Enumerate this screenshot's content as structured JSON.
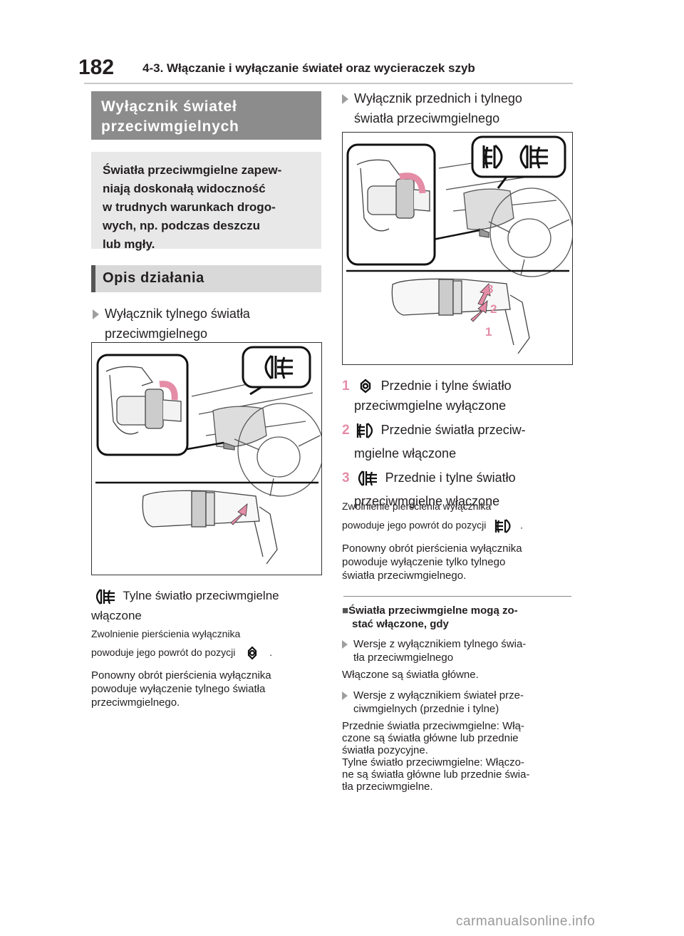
{
  "header": {
    "page_number": "182",
    "section_title": "4-3. Włączanie i wyłączanie świateł oraz wycieraczek szyb"
  },
  "left": {
    "title_line1": "Wyłącznik świateł",
    "title_line2": "przeciwmgielnych",
    "intro_lines": [
      "Światła przeciwmgielne zapew-",
      "niają doskonałą widoczność",
      "w trudnych warunkach drogo-",
      "wych, np. podczas deszczu",
      "lub mgły."
    ],
    "opis_heading": "Opis działania",
    "bullet_line1": "Wyłącznik tylnego światła",
    "bullet_line2": "przeciwmgielnego",
    "rear_fog_desc_line1": "Tylne światło przeciwmgielne",
    "rear_fog_desc_line2": "włączone",
    "release_line1": "Zwolnienie pierścienia wyłącznika",
    "release_line2": "powoduje jego powrót do pozycji",
    "release_end": ".",
    "turn_line1": "Ponowny obrót pierścienia wyłącznika",
    "turn_line2": "powoduje wyłączenie tylnego światła",
    "turn_line3": "przeciwmgielnego."
  },
  "right": {
    "bullet_line1": "Wyłącznik przednich i tylnego",
    "bullet_line2": "światła przeciwmgielnego",
    "figure_labels": [
      "3",
      "2",
      "1"
    ],
    "items": [
      {
        "num": "1",
        "line1": "Przednie i tylne światło",
        "line2": "przeciwmgielne wyłączone"
      },
      {
        "num": "2",
        "line1": "Przednie światła przeciw-",
        "line2": "mgielne włączone"
      },
      {
        "num": "3",
        "line1": "Przednie i tylne światło",
        "line2": "przeciwmgielne włączone"
      }
    ],
    "release_line1": "Zwolnienie pierścienia wyłącznika",
    "release_line2": "powoduje jego powrót do pozycji",
    "release_end": ".",
    "turn_line1": "Ponowny obrót pierścienia wyłącznika",
    "turn_line2": "powoduje wyłączenie tylko tylnego",
    "turn_line3": "światła przeciwmgielnego.",
    "note_heading_line1": "Światła przeciwmgielne mogą zo-",
    "note_heading_line2": "stać włączone, gdy",
    "note_b1_line1": "Wersje z wyłącznikiem tylnego świa-",
    "note_b1_line2": "tła przeciwmgielnego",
    "note_p1": "Włączone są światła główne.",
    "note_b2_line1": "Wersje z wyłącznikiem świateł prze-",
    "note_b2_line2": "ciwmgielnych (przednie i tylne)",
    "note_p2_lines": [
      "Przednie światła przeciwmgielne: Włą-",
      "czone są światła główne lub przednie",
      "światła pozycyjne.",
      "Tylne światło przeciwmgielne: Włączo-",
      "ne są światła główne lub przednie świa-",
      "tła przeciwmgielne."
    ]
  },
  "footer": {
    "watermark": "carmanualsonline.info"
  },
  "colors": {
    "accent_pink": "#e58ca7",
    "title_bg": "#8c8c8c",
    "intro_bg": "#e8e8e8"
  }
}
